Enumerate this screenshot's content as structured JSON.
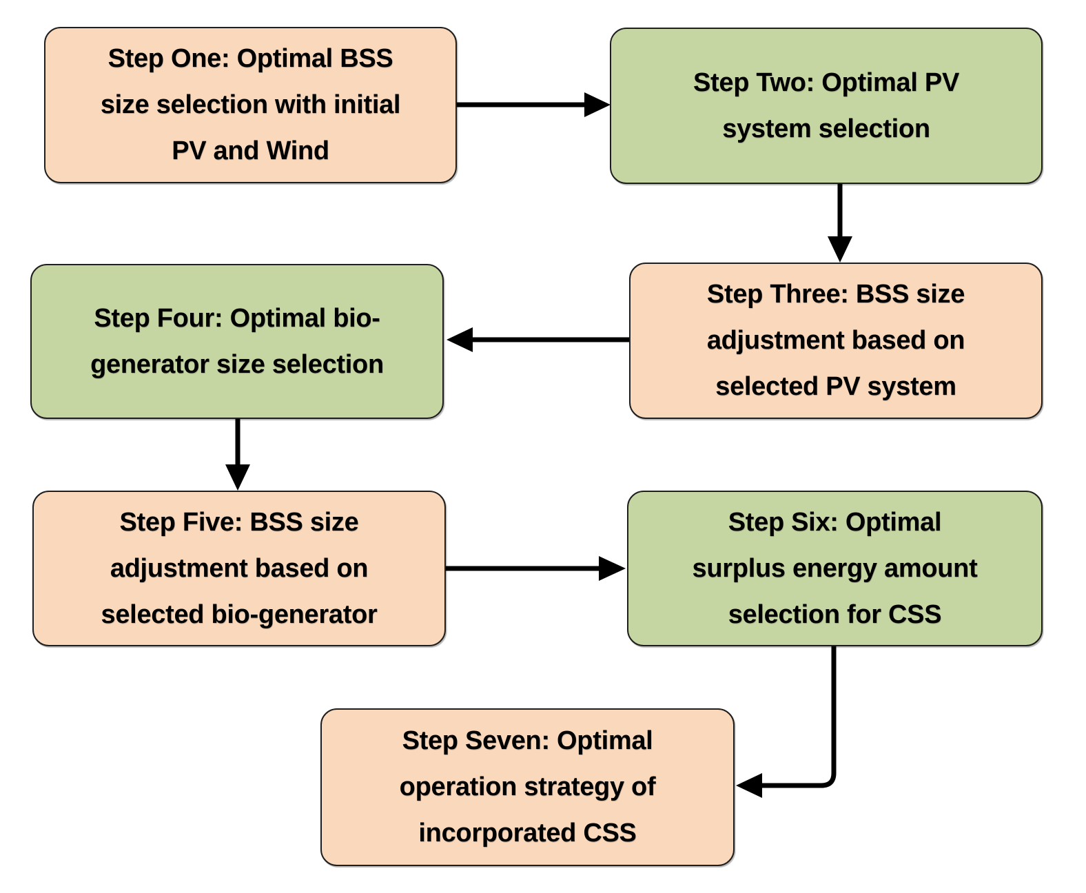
{
  "figure": {
    "type": "flowchart",
    "description": "Seven-step optimization procedure flowchart"
  },
  "colors": {
    "peach": "#FAD8BB",
    "green": "#C6D6A2",
    "outline": "#1E1E1E",
    "arrow": "#000000",
    "text": "#000000",
    "background": "#FFFFFF"
  },
  "steps": [
    {
      "id": "step-one",
      "fill": "peach",
      "text": "Step One: Optimal BSS size selection with initial PV and Wind",
      "lines": [
        "Step One: Optimal BSS",
        "size selection with initial",
        "PV and Wind"
      ]
    },
    {
      "id": "step-two",
      "fill": "green",
      "text": "Step Two: Optimal PV system selection",
      "lines": [
        "Step Two: Optimal PV",
        "system selection"
      ]
    },
    {
      "id": "step-three",
      "fill": "peach",
      "text": "Step Three: BSS size adjustment based on selected PV system",
      "lines": [
        "Step Three: BSS size",
        "adjustment based on",
        "selected PV system"
      ]
    },
    {
      "id": "step-four",
      "fill": "green",
      "text": "Step Four: Optimal bio-generator size selection",
      "lines": [
        "Step Four: Optimal bio-",
        "generator size selection"
      ]
    },
    {
      "id": "step-five",
      "fill": "peach",
      "text": "Step Five: BSS size adjustment based on selected bio-generator",
      "lines": [
        "Step Five: BSS size",
        "adjustment based on",
        "selected bio-generator"
      ]
    },
    {
      "id": "step-six",
      "fill": "green",
      "text": "Step Six: Optimal surplus energy amount selection for CSS",
      "lines": [
        "Step Six: Optimal",
        "surplus energy amount",
        "selection for CSS"
      ]
    },
    {
      "id": "step-seven",
      "fill": "peach",
      "text": "Step Seven: Optimal operation strategy of incorporated CSS",
      "lines": [
        "Step Seven: Optimal",
        "operation strategy of",
        "incorporated CSS"
      ]
    }
  ],
  "connections": [
    {
      "from": "step-one",
      "to": "step-two",
      "direction": "right"
    },
    {
      "from": "step-two",
      "to": "step-three",
      "direction": "down"
    },
    {
      "from": "step-three",
      "to": "step-four",
      "direction": "left"
    },
    {
      "from": "step-four",
      "to": "step-five",
      "direction": "down"
    },
    {
      "from": "step-five",
      "to": "step-six",
      "direction": "right"
    },
    {
      "from": "step-six",
      "to": "step-seven",
      "direction": "down-left-elbow"
    }
  ]
}
